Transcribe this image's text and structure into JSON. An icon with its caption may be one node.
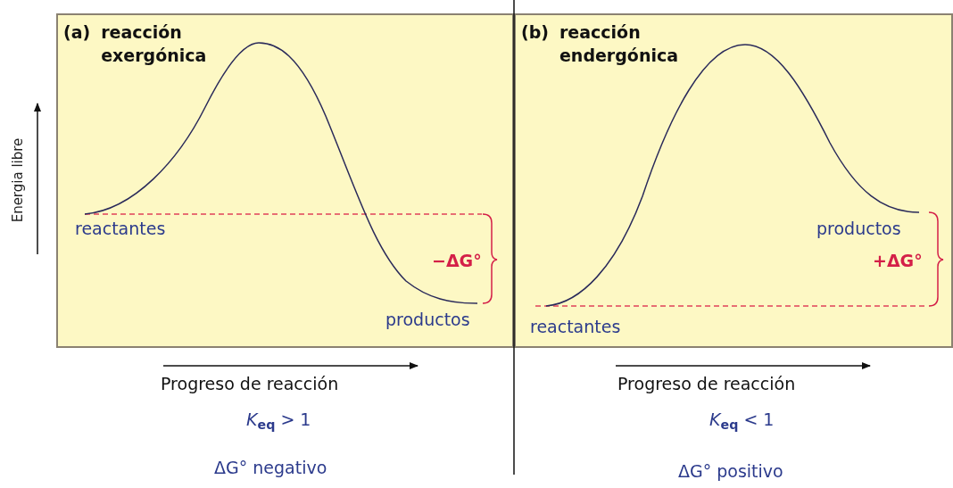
{
  "diagram": {
    "nodes": [
      {
        "text": [
          "(a)",
          "reacción exergónica"
        ]
      },
      {
        "text": [
          "(b)",
          "reacción endergónica"
        ]
      }
    ],
    "edges": [],
    "labels": [
      "Energia libre",
      "reactantes",
      "−ΔG°",
      "productos",
      "productos",
      "+ΔG°",
      "reactantes",
      "Progreso de reacción",
      "*K*$_{eq}$ > 1",
      "ΔG° negativo",
      "Progreso de reacción",
      "*K*$_{eq}$ < 1",
      "ΔG° positivo"
    ]
  }
}
